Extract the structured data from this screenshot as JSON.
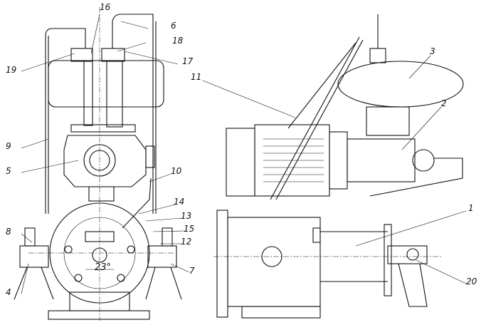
{
  "title": "Assembly drawing with callouts",
  "callouts": {
    "c1": "1",
    "c2": "2",
    "c3": "3",
    "c4": "4",
    "c5": "5",
    "c6": "6",
    "c7": "7",
    "c8": "8",
    "c9": "9",
    "c10": "10",
    "c11": "11",
    "c12": "12",
    "c13": "13",
    "c14": "14",
    "c15": "15",
    "c16": "16",
    "c17": "17",
    "c18": "18",
    "c19": "19",
    "c20": "20"
  },
  "angle_dimension": "23°",
  "colors": {
    "line": "#111111",
    "background": "#ffffff"
  }
}
